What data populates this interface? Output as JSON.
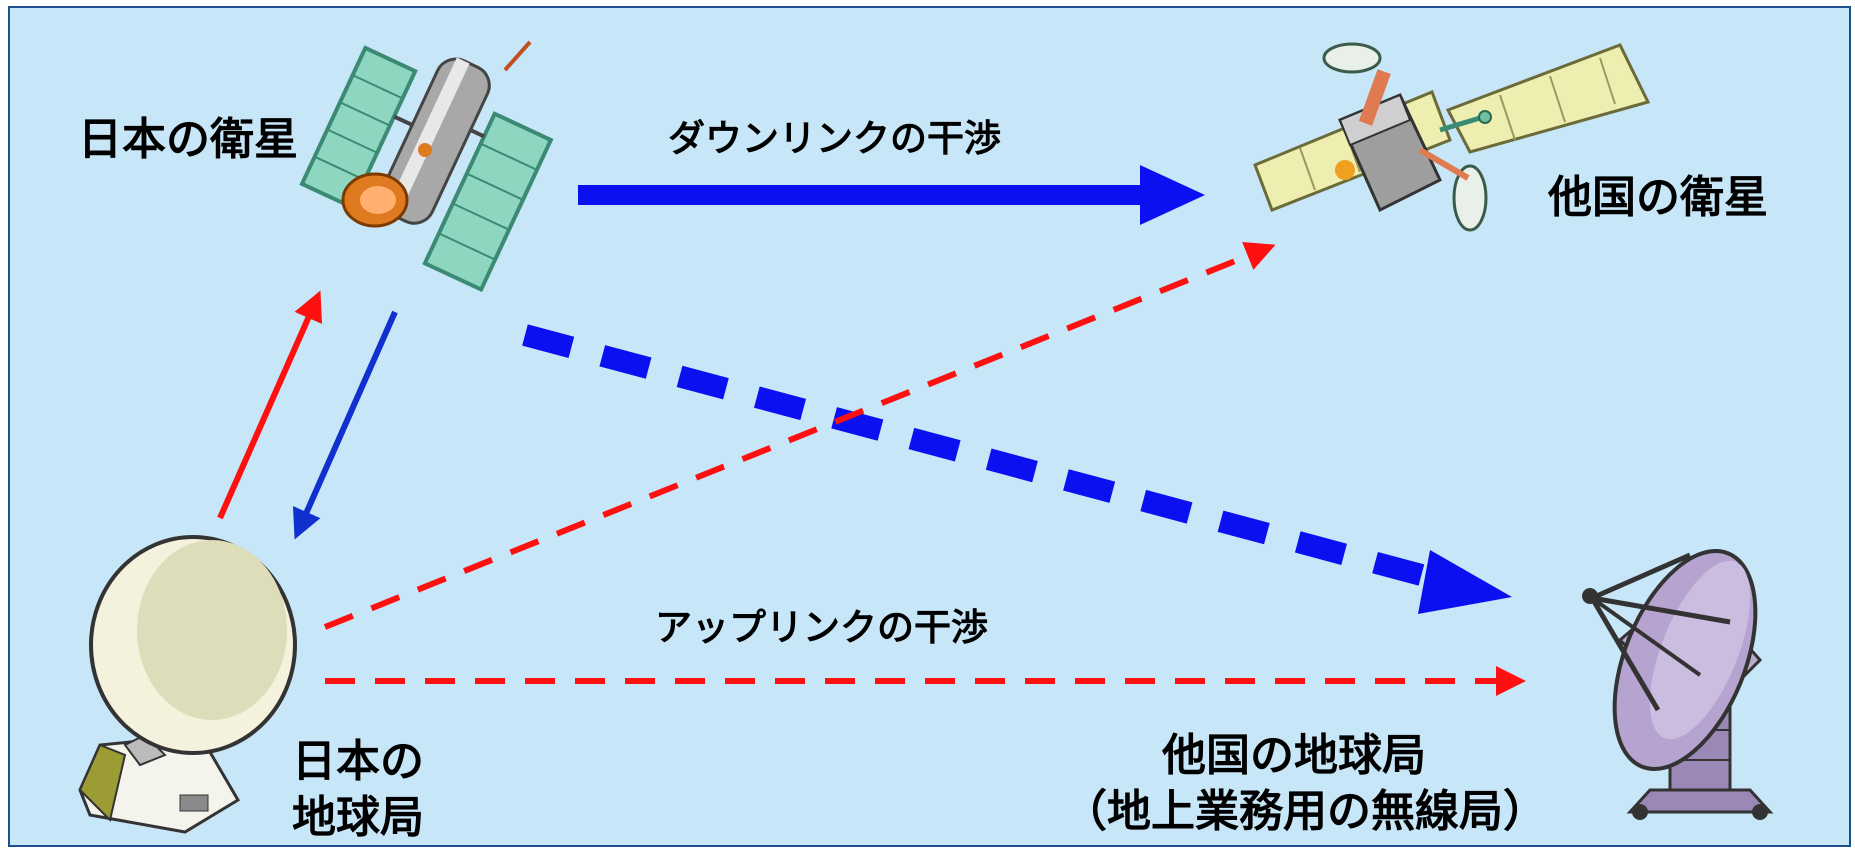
{
  "labels": {
    "japan_satellite": "日本の衛星",
    "foreign_satellite": "他国の衛星",
    "japan_earth_station_line1": "日本の",
    "japan_earth_station_line2": "地球局",
    "foreign_earth_station_line1": "他国の地球局",
    "foreign_earth_station_line2": "（地上業務用の無線局）",
    "downlink_interference": "ダウンリンクの干渉",
    "uplink_interference": "アップリンクの干渉"
  },
  "colors": {
    "background": "#c7e6f8",
    "border": "#1f4e8c",
    "downlink": "#0a10f0",
    "uplink": "#ff1010",
    "link_down_solid": "#1030d0"
  }
}
